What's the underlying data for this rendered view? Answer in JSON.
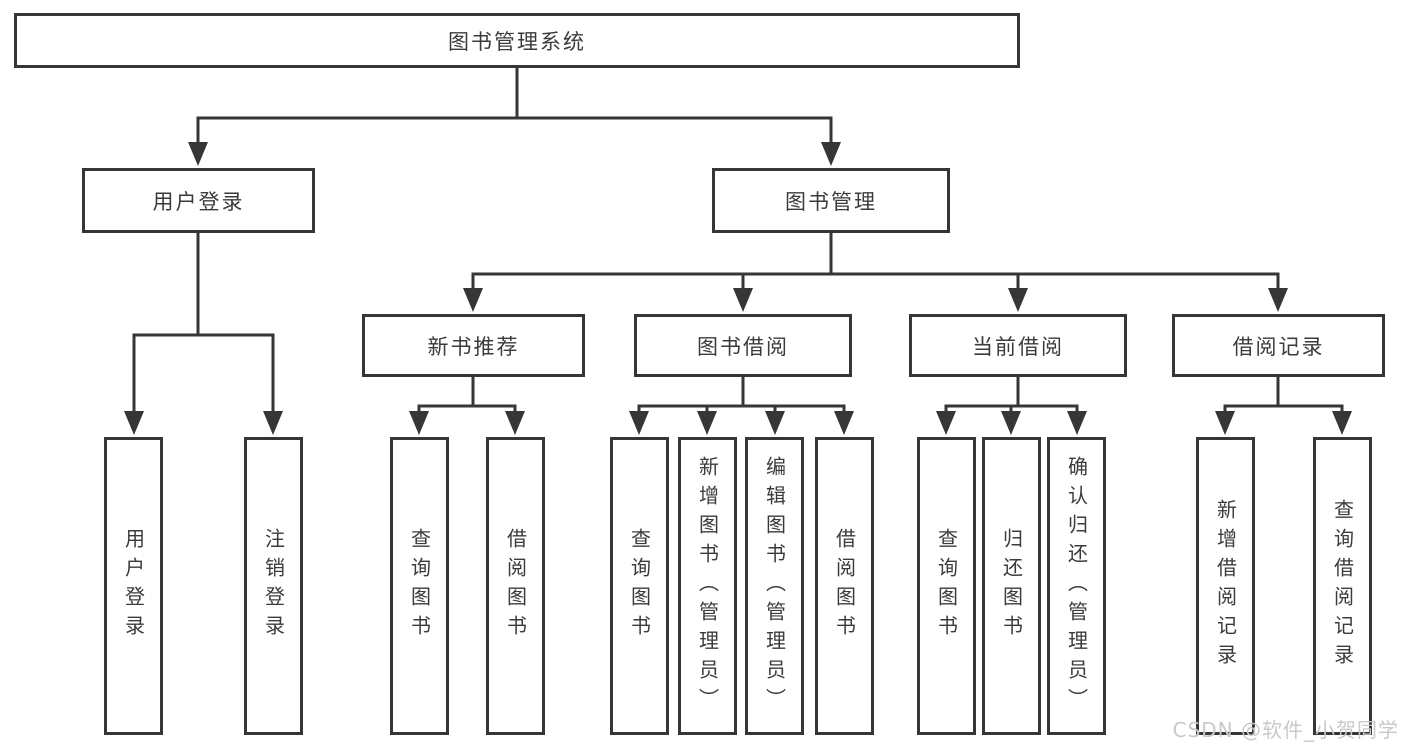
{
  "tree": {
    "root": {
      "label": "图书管理系统"
    },
    "user_login": {
      "label": "用户登录",
      "children": [
        {
          "label": "用户登录"
        },
        {
          "label": "注销登录"
        }
      ]
    },
    "book_mgmt": {
      "label": "图书管理",
      "sections": [
        {
          "label": "新书推荐",
          "children": [
            {
              "label": "查询图书"
            },
            {
              "label": "借阅图书"
            }
          ]
        },
        {
          "label": "图书借阅",
          "children": [
            {
              "label": "查询图书"
            },
            {
              "label": "新增图书（管理员）"
            },
            {
              "label": "编辑图书（管理员）"
            },
            {
              "label": "借阅图书"
            }
          ]
        },
        {
          "label": "当前借阅",
          "children": [
            {
              "label": "查询图书"
            },
            {
              "label": "归还图书"
            },
            {
              "label": "确认归还（管理员）"
            }
          ]
        },
        {
          "label": "借阅记录",
          "children": [
            {
              "label": "新增借阅记录"
            },
            {
              "label": "查询借阅记录"
            }
          ]
        }
      ]
    }
  },
  "watermark": {
    "text": "CSDN @软件_小贺同学"
  },
  "colors": {
    "line": "#363636",
    "text": "#3b3b3b",
    "background": "#ffffff",
    "watermark": "#c9c9c9"
  }
}
